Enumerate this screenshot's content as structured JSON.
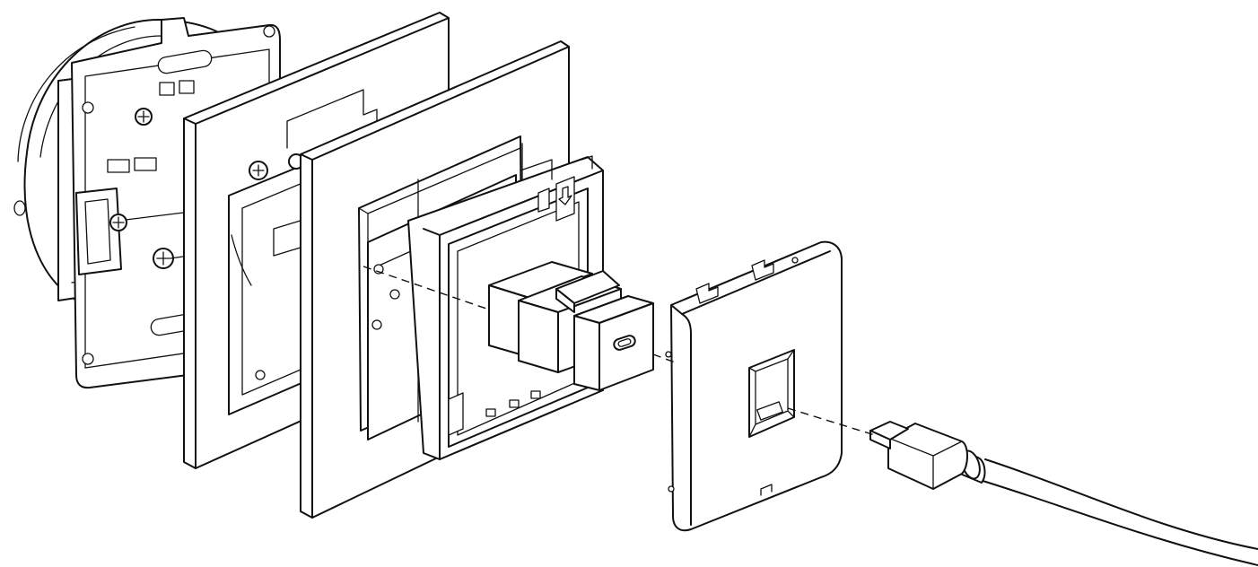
{
  "diagram": {
    "kind": "exploded-assembly",
    "parts": [
      "mounting-box",
      "inner-frame",
      "outer-frame",
      "support-bracket",
      "usb-c-module",
      "cover-plate",
      "usb-c-cable"
    ],
    "line_color": "#111111",
    "background": "#ffffff"
  }
}
